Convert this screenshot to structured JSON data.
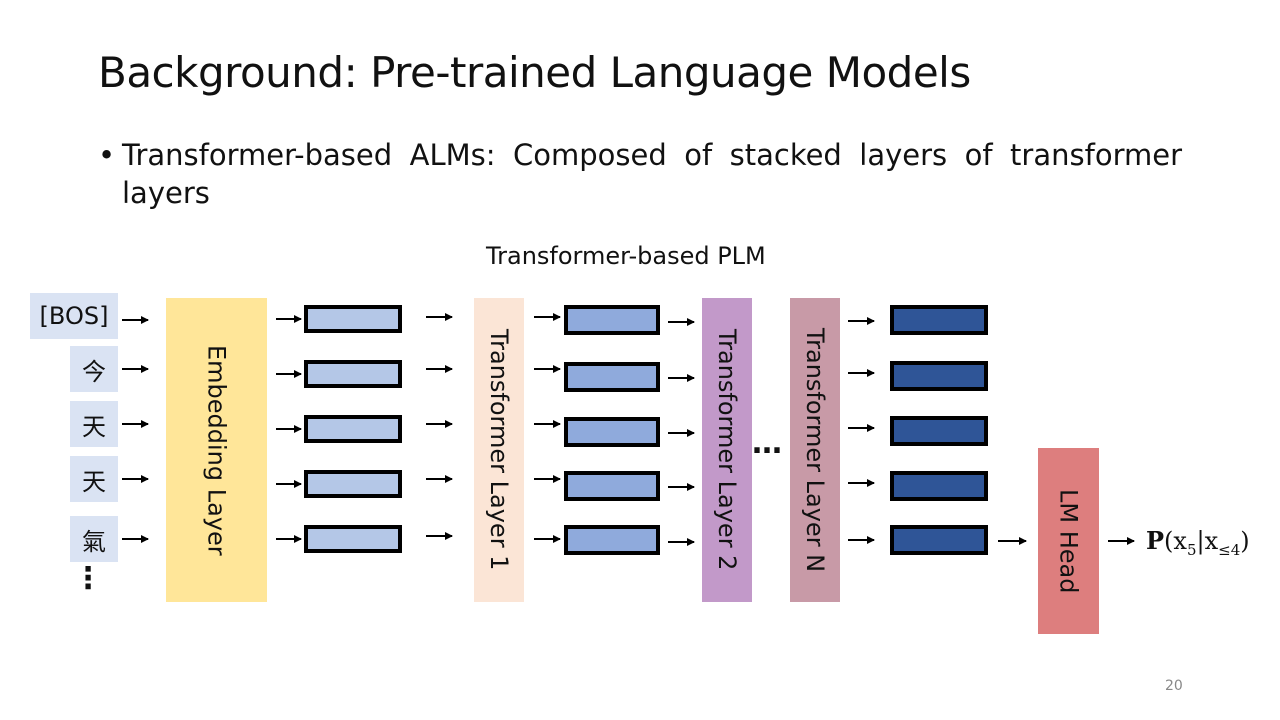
{
  "title": "Background: Pre-trained Language Models",
  "bullet": {
    "symbol": "•",
    "text": "Transformer-based ALMs: Composed of stacked layers of transformer layers"
  },
  "diagram": {
    "title": "Transformer-based PLM",
    "tokens": [
      "[BOS]",
      "今",
      "天",
      "天",
      "氣"
    ],
    "continuation_dots": "⋮",
    "layer_dots": "…",
    "layers": {
      "embedding": "Embedding Layer",
      "transformer_1": "Transformer Layer 1",
      "transformer_2": "Transformer Layer 2",
      "transformer_n": "Transformer Layer N",
      "lm_head": "LM Head"
    },
    "output": {
      "prefix": "P",
      "expression": "(x",
      "sub1": "5",
      "mid": "|x",
      "sub2": "≤4",
      "suffix": ")"
    },
    "colors": {
      "token_bg": "#dae3f3",
      "embedding": "#ffe699",
      "transformer_1": "#fbe5d6",
      "transformer_2": "#c299c9",
      "transformer_n": "#c89aa7",
      "lm_head": "#dd7e7e",
      "vec_embedding": "#b4c7e7",
      "vec_layer1": "#8faadc",
      "vec_layerN": "#2f5597"
    }
  },
  "page_number": "20"
}
